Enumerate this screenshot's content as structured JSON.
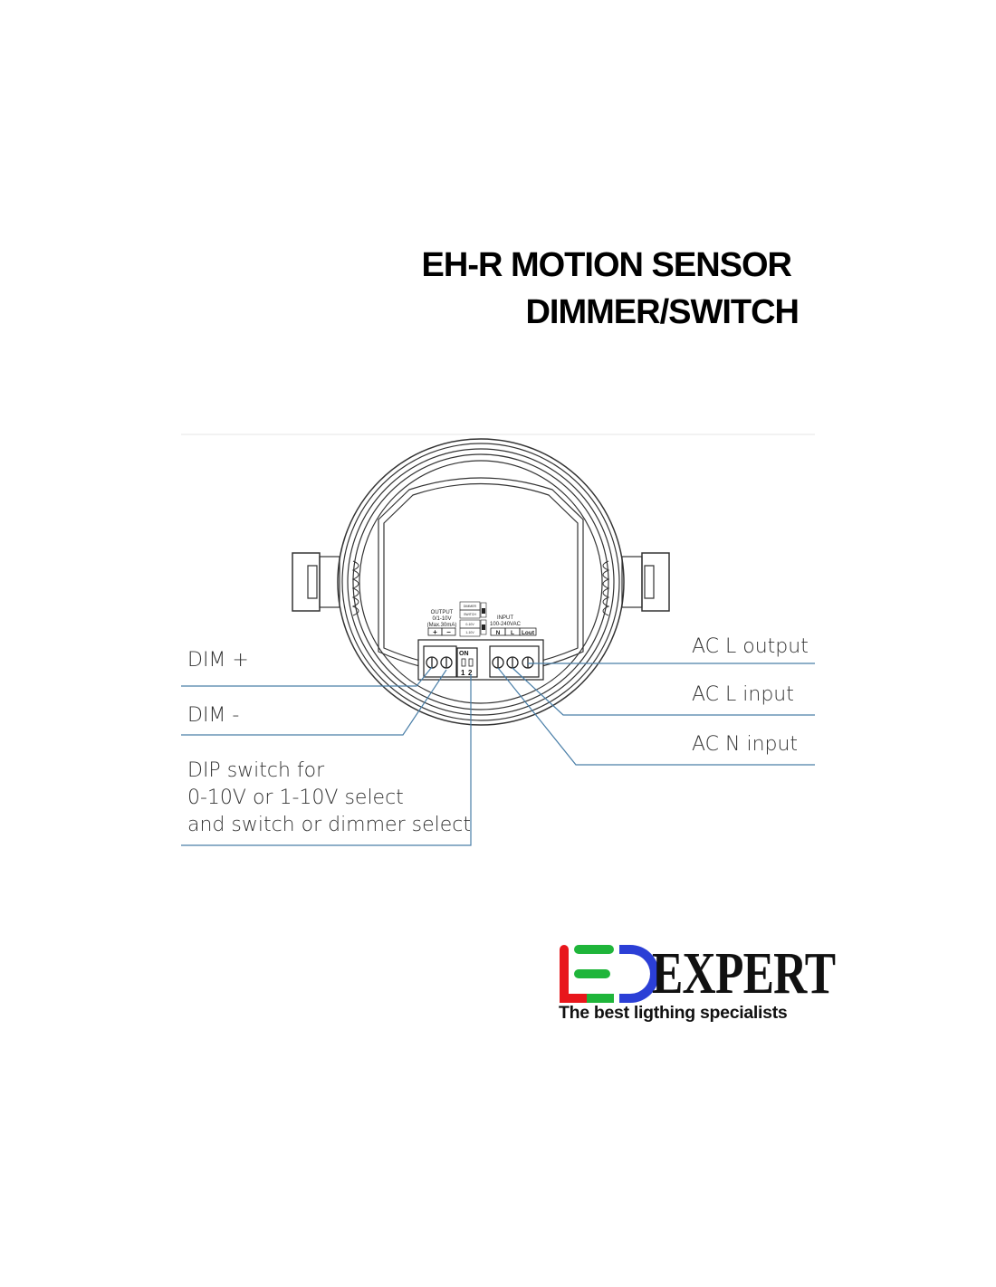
{
  "title": {
    "line1": "EH-R MOTION SENSOR",
    "line2": "DIMMER/SWITCH"
  },
  "device": {
    "output_label": "OUTPUT",
    "output_range": "0/1-10V",
    "output_max": "(Max.30mA)",
    "plus": "+",
    "minus": "−",
    "dip_dimmer": "DIMMER",
    "dip_switch": "SWITCH",
    "dip_010": "0-10V",
    "dip_110": "1-10V",
    "input_label": "INPUT",
    "input_range": "100-240VAC",
    "term_n": "N",
    "term_l": "L",
    "term_lout": "Lout",
    "dip_on": "ON",
    "dip_1": "1",
    "dip_2": "2"
  },
  "callouts": {
    "dim_plus": "DIM +",
    "dim_minus": "DIM -",
    "dip_line1": "DIP switch for",
    "dip_line2": "0-10V or 1-10V select",
    "dip_line3": "and switch or dimmer select",
    "ac_l_output": "AC L output",
    "ac_l_input": "AC L input",
    "ac_n_input": "AC N input"
  },
  "colors": {
    "callout_line": "#4a7fa8",
    "logo_red": "#e8161b",
    "logo_green": "#1fb53a",
    "logo_blue": "#2b3fd6"
  },
  "logo": {
    "wordmark": "EXPERT",
    "tagline": "The best ligthing specialists"
  }
}
